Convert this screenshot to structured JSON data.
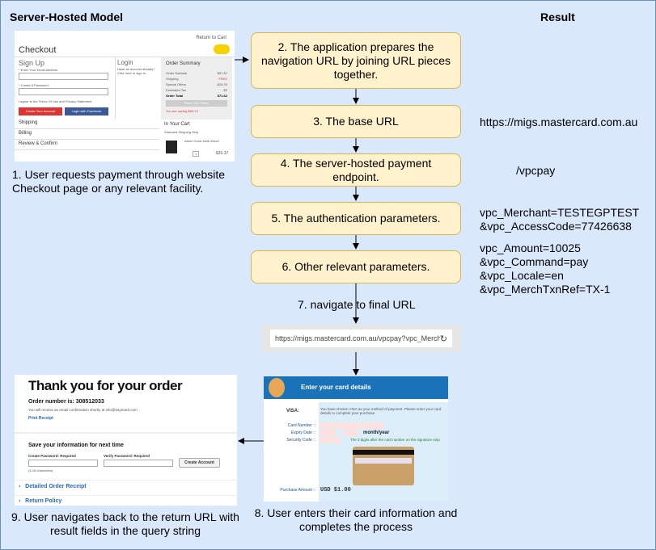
{
  "title_left": "Server-Hosted Model",
  "title_right": "Result",
  "steps": [
    "2. The application prepares the navigation URL by joining URL pieces together.",
    "3. The base URL",
    "4. The server-hosted payment endpoint.",
    "5. The authentication parameters.",
    "6. Other relevant parameters."
  ],
  "results": {
    "base_url": "https://migs.mastercard.com.au",
    "endpoint": "/vpcpay",
    "auth": [
      "vpc_Merchant=TESTEGPTEST",
      "&vpc_AccessCode=77426638"
    ],
    "other": [
      "vpc_Amount=10025",
      "&vpc_Command=pay",
      "&vpc_Locale=en",
      "&vpc_MerchTxnRef=TX-1"
    ]
  },
  "step7": "7. navigate to final URL",
  "url_bar": {
    "url": "https://migs.mastercard.com.au/vpcpay?vpc_Merchant=...",
    "icon": "reload-icon"
  },
  "captions": {
    "step1": "1. User requests payment through website Checkout page or any relevant facility.",
    "step8": "8. User enters their card information and completes the process",
    "step9": "9. User navigates back to the return URL with result fields in the query string"
  },
  "checkout": {
    "return": "Return to Cart",
    "title": "Checkout",
    "signup": "Sign Up",
    "email_label": "* Enter Your Email Address",
    "password_label": "* Create A Password",
    "agree": "I agree to the Terms Of Use and Privacy Statement",
    "create": "Create Your Account",
    "facebook": "Login with Facebook",
    "login": "Login",
    "login_text": "Have an account already? Click here to sign in.",
    "summary": "Order Summary",
    "rows": [
      [
        "Order Subtotal",
        "$57.87"
      ],
      [
        "Shipping",
        "FREE"
      ],
      [
        "Special Offers",
        "-$26.25"
      ],
      [
        "Estimated Tax",
        "$0"
      ]
    ],
    "total": [
      "Order Total",
      "$71.62"
    ],
    "place": "Place Your Order",
    "saving": "You are saving $63.13",
    "sections": [
      "Shipping",
      "Billing",
      "Review & Confirm"
    ],
    "cart": "In Your Cart",
    "shipping_only": "Standard Shipping Only",
    "item": "Alarm Clock Dark Wood",
    "qty": "1",
    "price": "$33.37"
  },
  "card": {
    "header": "Enter your card details",
    "visa": "VISA:",
    "msg": "You have chosen VISA as your method of payment. Please enter your card details to complete your purchase",
    "card_number": "Card Number ::",
    "expiry": "Expiry Date ::",
    "month_year": "month/year",
    "security": "Security Code ::",
    "hint": "The 3 digits after the card number on the signature strip",
    "amount_label": "Purchase Amount ::",
    "amount": "USD $1.00"
  },
  "thanks": {
    "title": "Thank you for your order",
    "order": "Order number is: 308512033",
    "email": "You will receive an email confirmation shortly at info@baymard.com",
    "print": "Print Receipt",
    "save": "Save your information for next time",
    "create_pw": "Create Password: Required",
    "verify_pw": "Verify Password: Required",
    "chars": "(4-18 characters)",
    "create_btn": "Create Account",
    "links": [
      "Detailed Order Receipt",
      "Return Policy"
    ]
  },
  "colors": {
    "background": "#dae8fc",
    "border": "#6c8ebf",
    "box_fill": "#fff2cc",
    "box_border": "#d6b656"
  }
}
